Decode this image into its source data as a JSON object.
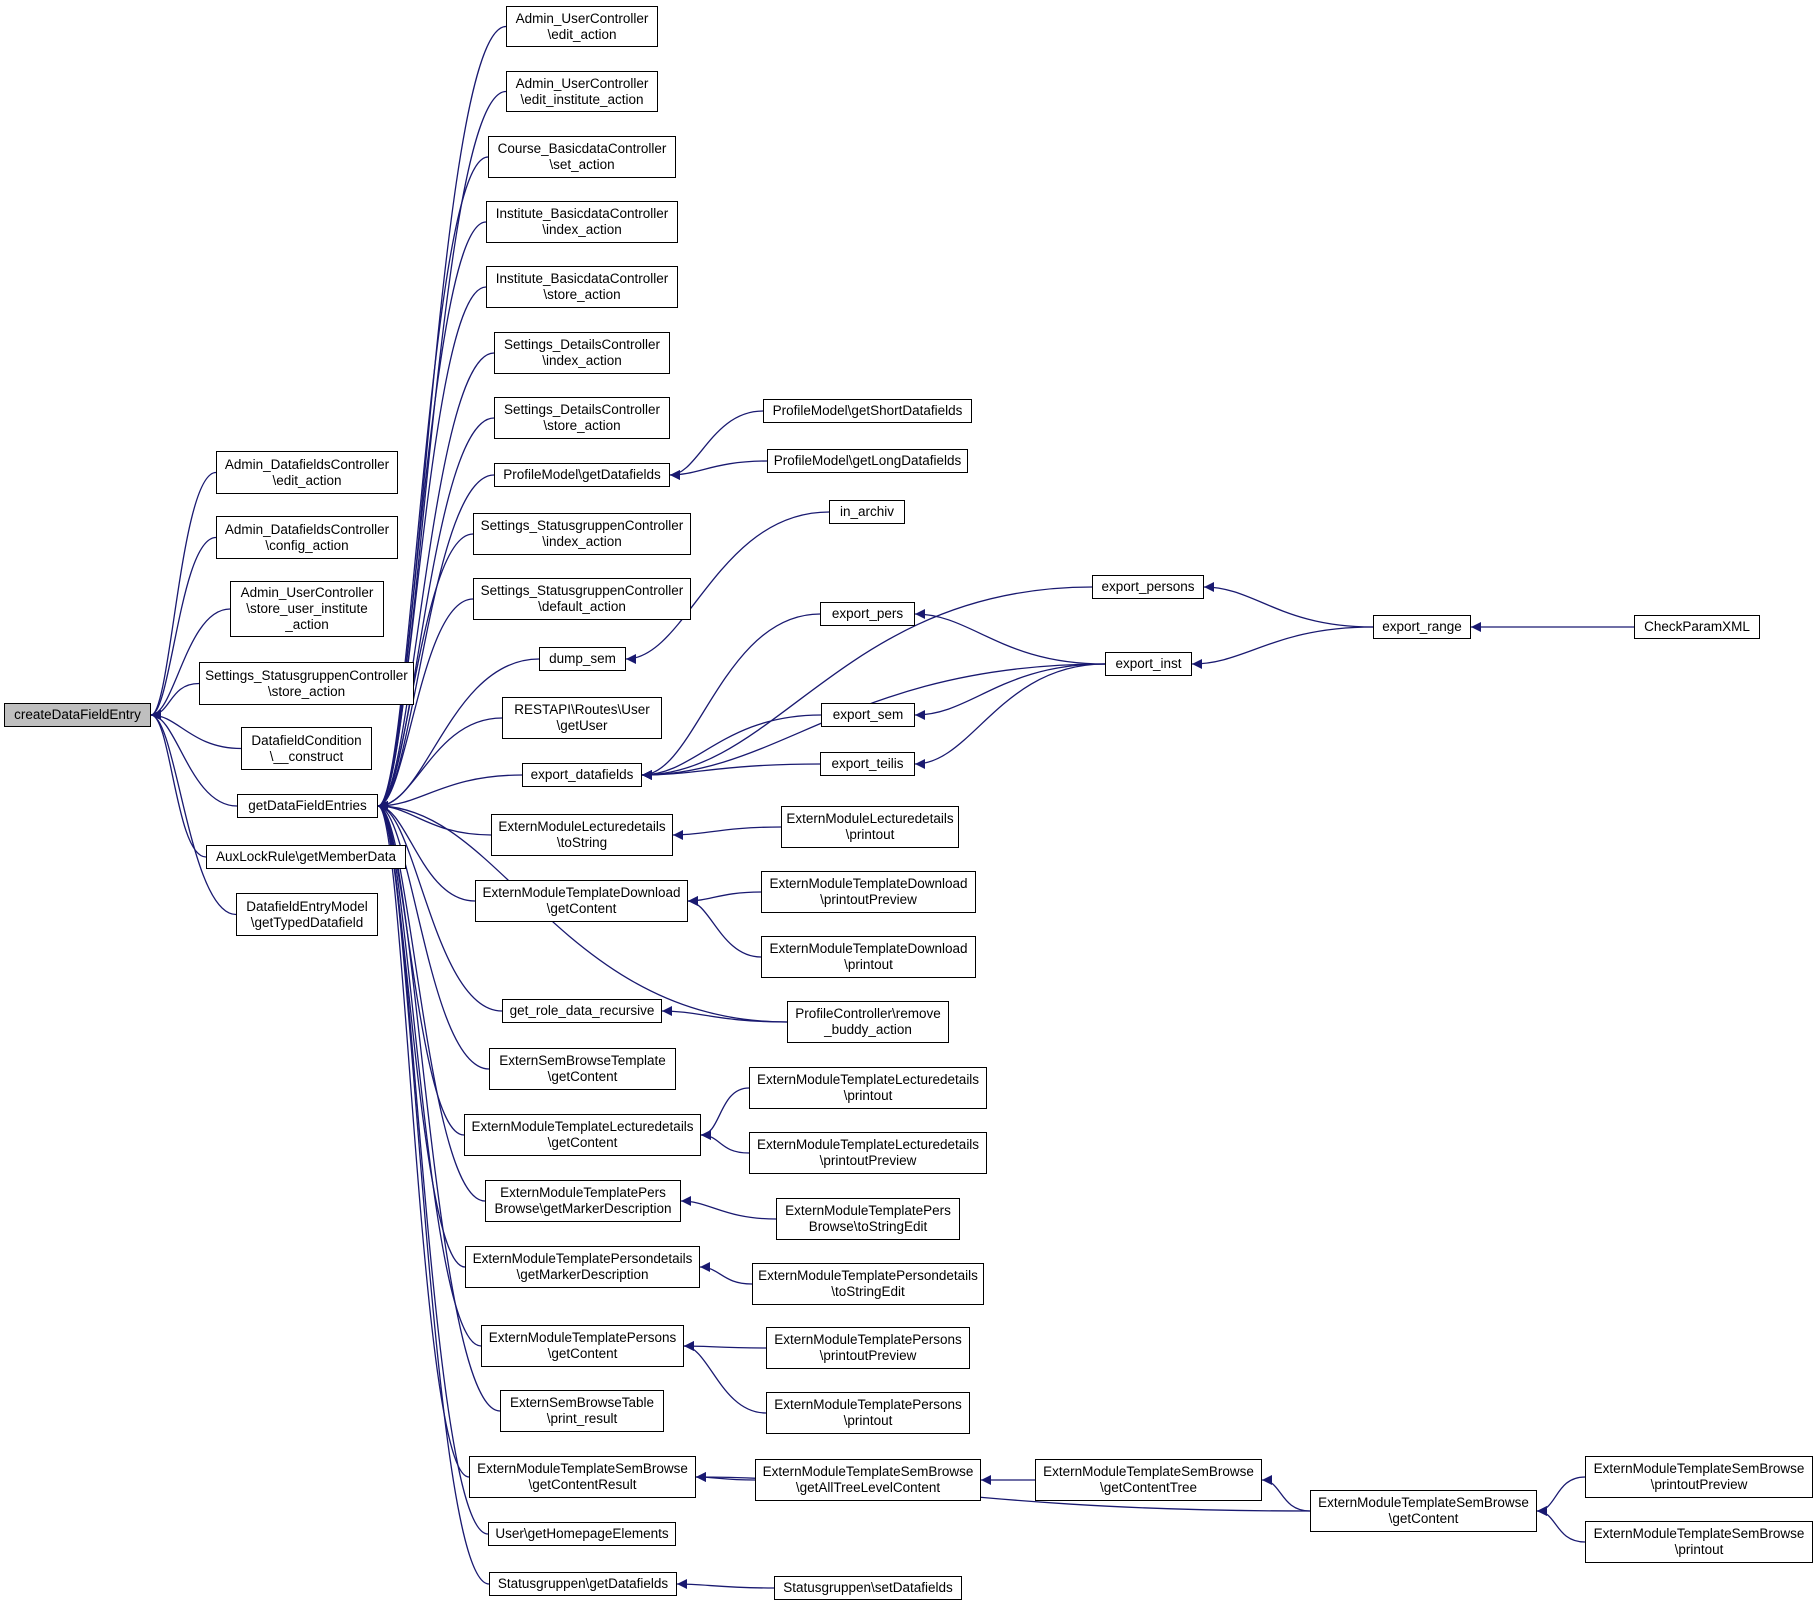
{
  "colors": {
    "edge": "#191970",
    "node_border": "#000000",
    "node_fill": "#ffffff",
    "root_fill": "#bfbfbf"
  },
  "nodes": [
    {
      "id": "root",
      "lines": [
        "createDataFieldEntry"
      ],
      "root": true
    },
    {
      "id": "adf_edit",
      "lines": [
        "Admin_DatafieldsController",
        "\\edit_action"
      ]
    },
    {
      "id": "adf_config",
      "lines": [
        "Admin_DatafieldsController",
        "\\config_action"
      ]
    },
    {
      "id": "auc_store",
      "lines": [
        "Admin_UserController",
        "\\store_user_institute",
        "_action"
      ]
    },
    {
      "id": "sgc_store",
      "lines": [
        "Settings_StatusgruppenController",
        "\\store_action"
      ]
    },
    {
      "id": "dfc_construct",
      "lines": [
        "DatafieldCondition",
        "\\__construct"
      ]
    },
    {
      "id": "getDFE",
      "lines": [
        "getDataFieldEntries"
      ]
    },
    {
      "id": "auxlock",
      "lines": [
        "AuxLockRule\\getMemberData"
      ]
    },
    {
      "id": "dfem",
      "lines": [
        "DatafieldEntryModel",
        "\\getTypedDatafield"
      ]
    },
    {
      "id": "auc_edit",
      "lines": [
        "Admin_UserController",
        "\\edit_action"
      ]
    },
    {
      "id": "auc_edit_inst",
      "lines": [
        "Admin_UserController",
        "\\edit_institute_action"
      ]
    },
    {
      "id": "cbc_set",
      "lines": [
        "Course_BasicdataController",
        "\\set_action"
      ]
    },
    {
      "id": "ibc_index",
      "lines": [
        "Institute_BasicdataController",
        "\\index_action"
      ]
    },
    {
      "id": "ibc_store",
      "lines": [
        "Institute_BasicdataController",
        "\\store_action"
      ]
    },
    {
      "id": "sdc_index",
      "lines": [
        "Settings_DetailsController",
        "\\index_action"
      ]
    },
    {
      "id": "sdc_store",
      "lines": [
        "Settings_DetailsController",
        "\\store_action"
      ]
    },
    {
      "id": "pm_getdf",
      "lines": [
        "ProfileModel\\getDatafields"
      ]
    },
    {
      "id": "sgc_index",
      "lines": [
        "Settings_StatusgruppenController",
        "\\index_action"
      ]
    },
    {
      "id": "sgc_default",
      "lines": [
        "Settings_StatusgruppenController",
        "\\default_action"
      ]
    },
    {
      "id": "dump_sem",
      "lines": [
        "dump_sem"
      ]
    },
    {
      "id": "rest_user",
      "lines": [
        "RESTAPI\\Routes\\User",
        "\\getUser"
      ]
    },
    {
      "id": "export_df",
      "lines": [
        "export_datafields"
      ]
    },
    {
      "id": "emld_tostring",
      "lines": [
        "ExternModuleLecturedetails",
        "\\toString"
      ]
    },
    {
      "id": "emtd_getcontent",
      "lines": [
        "ExternModuleTemplateDownload",
        "\\getContent"
      ]
    },
    {
      "id": "role_data",
      "lines": [
        "get_role_data_recursive"
      ]
    },
    {
      "id": "esbt_getcontent",
      "lines": [
        "ExternSemBrowseTemplate",
        "\\getContent"
      ]
    },
    {
      "id": "emtl_getcontent",
      "lines": [
        "ExternModuleTemplateLecturedetails",
        "\\getContent"
      ]
    },
    {
      "id": "emtpb_marker",
      "lines": [
        "ExternModuleTemplatePers",
        "Browse\\getMarkerDescription"
      ]
    },
    {
      "id": "emtpd_marker",
      "lines": [
        "ExternModuleTemplatePersondetails",
        "\\getMarkerDescription"
      ]
    },
    {
      "id": "emtp_getcontent",
      "lines": [
        "ExternModuleTemplatePersons",
        "\\getContent"
      ]
    },
    {
      "id": "esbtab_print",
      "lines": [
        "ExternSemBrowseTable",
        "\\print_result"
      ]
    },
    {
      "id": "emtsb_result",
      "lines": [
        "ExternModuleTemplateSemBrowse",
        "\\getContentResult"
      ]
    },
    {
      "id": "user_home",
      "lines": [
        "User\\getHomepageElements"
      ]
    },
    {
      "id": "sg_getdf",
      "lines": [
        "Statusgruppen\\getDatafields"
      ]
    },
    {
      "id": "pm_short",
      "lines": [
        "ProfileModel\\getShortDatafields"
      ]
    },
    {
      "id": "pm_long",
      "lines": [
        "ProfileModel\\getLongDatafields"
      ]
    },
    {
      "id": "in_archiv",
      "lines": [
        "in_archiv"
      ]
    },
    {
      "id": "export_pers",
      "lines": [
        "export_pers"
      ]
    },
    {
      "id": "export_sem",
      "lines": [
        "export_sem"
      ]
    },
    {
      "id": "export_teilis",
      "lines": [
        "export_teilis"
      ]
    },
    {
      "id": "emld_printout",
      "lines": [
        "ExternModuleLecturedetails",
        "\\printout"
      ]
    },
    {
      "id": "emtd_preview",
      "lines": [
        "ExternModuleTemplateDownload",
        "\\printoutPreview"
      ]
    },
    {
      "id": "emtd_printout",
      "lines": [
        "ExternModuleTemplateDownload",
        "\\printout"
      ]
    },
    {
      "id": "pc_remove",
      "lines": [
        "ProfileController\\remove",
        "_buddy_action"
      ]
    },
    {
      "id": "emtl_printout",
      "lines": [
        "ExternModuleTemplateLecturedetails",
        "\\printout"
      ]
    },
    {
      "id": "emtl_preview",
      "lines": [
        "ExternModuleTemplateLecturedetails",
        "\\printoutPreview"
      ]
    },
    {
      "id": "emtpb_tostring",
      "lines": [
        "ExternModuleTemplatePers",
        "Browse\\toStringEdit"
      ]
    },
    {
      "id": "emtpd_tostring",
      "lines": [
        "ExternModuleTemplatePersondetails",
        "\\toStringEdit"
      ]
    },
    {
      "id": "emtp_preview",
      "lines": [
        "ExternModuleTemplatePersons",
        "\\printoutPreview"
      ]
    },
    {
      "id": "emtp_printout",
      "lines": [
        "ExternModuleTemplatePersons",
        "\\printout"
      ]
    },
    {
      "id": "emtsb_alltree",
      "lines": [
        "ExternModuleTemplateSemBrowse",
        "\\getAllTreeLevelContent"
      ]
    },
    {
      "id": "sg_setdf",
      "lines": [
        "Statusgruppen\\setDatafields"
      ]
    },
    {
      "id": "export_persons",
      "lines": [
        "export_persons"
      ]
    },
    {
      "id": "export_inst",
      "lines": [
        "export_inst"
      ]
    },
    {
      "id": "emtsb_tree",
      "lines": [
        "ExternModuleTemplateSemBrowse",
        "\\getContentTree"
      ]
    },
    {
      "id": "export_range",
      "lines": [
        "export_range"
      ]
    },
    {
      "id": "emtsb_getcontent",
      "lines": [
        "ExternModuleTemplateSemBrowse",
        "\\getContent"
      ]
    },
    {
      "id": "checkparam",
      "lines": [
        "CheckParamXML"
      ]
    },
    {
      "id": "emtsb_preview",
      "lines": [
        "ExternModuleTemplateSemBrowse",
        "\\printoutPreview"
      ]
    },
    {
      "id": "emtsb_printout",
      "lines": [
        "ExternModuleTemplateSemBrowse",
        "\\printout"
      ]
    }
  ],
  "edges": [
    [
      "adf_edit",
      "root"
    ],
    [
      "adf_config",
      "root"
    ],
    [
      "auc_store",
      "root"
    ],
    [
      "sgc_store",
      "root"
    ],
    [
      "dfc_construct",
      "root"
    ],
    [
      "getDFE",
      "root"
    ],
    [
      "auxlock",
      "root"
    ],
    [
      "dfem",
      "root"
    ],
    [
      "auc_edit",
      "getDFE"
    ],
    [
      "auc_edit_inst",
      "getDFE"
    ],
    [
      "cbc_set",
      "getDFE"
    ],
    [
      "ibc_index",
      "getDFE"
    ],
    [
      "ibc_store",
      "getDFE"
    ],
    [
      "sdc_index",
      "getDFE"
    ],
    [
      "sdc_store",
      "getDFE"
    ],
    [
      "pm_getdf",
      "getDFE"
    ],
    [
      "sgc_index",
      "getDFE"
    ],
    [
      "sgc_default",
      "getDFE"
    ],
    [
      "dump_sem",
      "getDFE"
    ],
    [
      "rest_user",
      "getDFE"
    ],
    [
      "export_df",
      "getDFE"
    ],
    [
      "emld_tostring",
      "getDFE"
    ],
    [
      "emtd_getcontent",
      "getDFE"
    ],
    [
      "role_data",
      "getDFE"
    ],
    [
      "pc_remove",
      "getDFE"
    ],
    [
      "esbt_getcontent",
      "getDFE"
    ],
    [
      "emtl_getcontent",
      "getDFE"
    ],
    [
      "emtpb_marker",
      "getDFE"
    ],
    [
      "emtpd_marker",
      "getDFE"
    ],
    [
      "emtp_getcontent",
      "getDFE"
    ],
    [
      "esbtab_print",
      "getDFE"
    ],
    [
      "emtsb_result",
      "getDFE"
    ],
    [
      "user_home",
      "getDFE"
    ],
    [
      "sg_getdf",
      "getDFE"
    ],
    [
      "pm_short",
      "pm_getdf"
    ],
    [
      "pm_long",
      "pm_getdf"
    ],
    [
      "in_archiv",
      "dump_sem"
    ],
    [
      "export_persons",
      "export_df"
    ],
    [
      "export_pers",
      "export_df"
    ],
    [
      "export_inst",
      "export_df"
    ],
    [
      "export_sem",
      "export_df"
    ],
    [
      "export_teilis",
      "export_df"
    ],
    [
      "emld_printout",
      "emld_tostring"
    ],
    [
      "emtd_preview",
      "emtd_getcontent"
    ],
    [
      "emtd_printout",
      "emtd_getcontent"
    ],
    [
      "pc_remove",
      "role_data"
    ],
    [
      "emtl_printout",
      "emtl_getcontent"
    ],
    [
      "emtl_preview",
      "emtl_getcontent"
    ],
    [
      "emtpb_tostring",
      "emtpb_marker"
    ],
    [
      "emtpd_tostring",
      "emtpd_marker"
    ],
    [
      "emtp_preview",
      "emtp_getcontent"
    ],
    [
      "emtp_printout",
      "emtp_getcontent"
    ],
    [
      "emtsb_alltree",
      "emtsb_result"
    ],
    [
      "emtsb_getcontent",
      "emtsb_result"
    ],
    [
      "sg_setdf",
      "sg_getdf"
    ],
    [
      "export_inst",
      "export_pers"
    ],
    [
      "export_inst",
      "export_sem"
    ],
    [
      "export_inst",
      "export_teilis"
    ],
    [
      "export_range",
      "export_persons"
    ],
    [
      "export_range",
      "export_inst"
    ],
    [
      "checkparam",
      "export_range"
    ],
    [
      "emtsb_tree",
      "emtsb_alltree"
    ],
    [
      "emtsb_getcontent",
      "emtsb_tree"
    ],
    [
      "emtsb_preview",
      "emtsb_getcontent"
    ],
    [
      "emtsb_printout",
      "emtsb_getcontent"
    ]
  ]
}
